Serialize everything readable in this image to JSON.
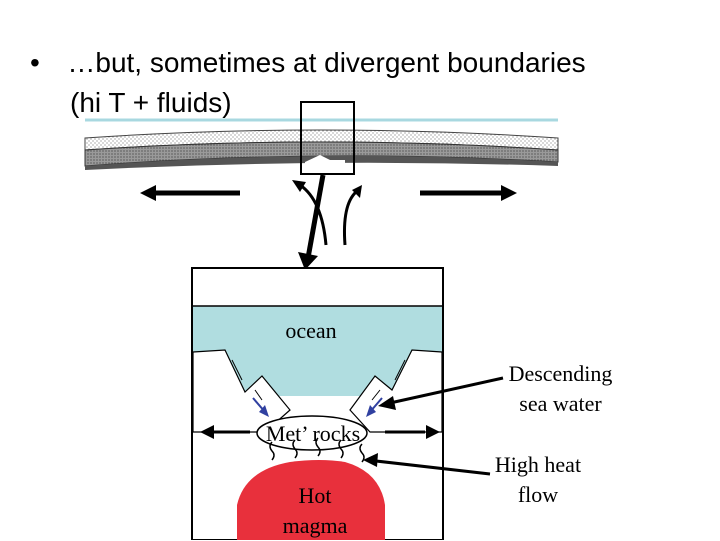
{
  "slide": {
    "bullet_symbol": "•",
    "text_line1": "…but, sometimes at divergent boundaries",
    "text_line2": "(hi T + fluids)"
  },
  "diagram": {
    "ocean_label": "ocean",
    "met_rocks_label": "Met’ rocks",
    "hot_magma_label": [
      "Hot",
      "magma"
    ],
    "descending_label": [
      "Descending",
      "sea water"
    ],
    "heat_flow_label": [
      "High heat",
      "flow"
    ]
  },
  "colors": {
    "ocean": "#b0dde0",
    "magma": "#e8303c",
    "water_line": "#a8d8e0",
    "arrow_blue": "#3040a0"
  }
}
